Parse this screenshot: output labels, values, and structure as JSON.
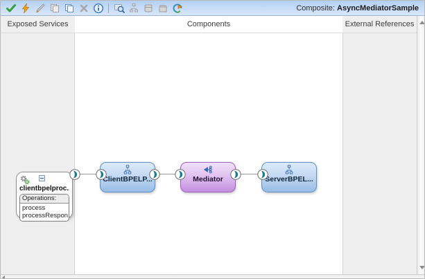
{
  "toolbar": {
    "composite_label": "Composite:",
    "composite_name": "AsyncMediatorSample",
    "icon_names": [
      "validate-icon",
      "debug-lightning-icon",
      "edit-pen-icon",
      "copy-icon",
      "duplicate-icon",
      "delete-icon",
      "info-icon",
      "find-icon",
      "hierarchy-icon",
      "archive-icon",
      "package-icon",
      "navigate-icon"
    ]
  },
  "lanes": {
    "exposed_services_label": "Exposed Services",
    "components_label": "Components",
    "external_references_label": "External References"
  },
  "exposed_service": {
    "name": "clientbpelproc...",
    "operations_label": "Operations:",
    "operations": [
      "process",
      "processRespon..."
    ]
  },
  "components": [
    {
      "label": "ClientBPELP...",
      "type": "bpel"
    },
    {
      "label": "Mediator",
      "type": "mediator"
    },
    {
      "label": "ServerBPEL...",
      "type": "bpel"
    }
  ],
  "colors": {
    "toolbar_gradient_top": "#b2cff1",
    "toolbar_gradient_bottom": "#d7e7fb",
    "lane_background": "#efefef",
    "bpel_component_border": "#5e8fc4",
    "bpel_component_fill_top": "#d9e7f8",
    "bpel_component_fill_bottom": "#97bde7",
    "mediator_component_border": "#a05fc0",
    "mediator_component_fill_top": "#eeddf8",
    "mediator_component_fill_bottom": "#c48ee0",
    "anchor_arrow_teal": "#147d92",
    "connection_line": "#9a9a9a"
  }
}
